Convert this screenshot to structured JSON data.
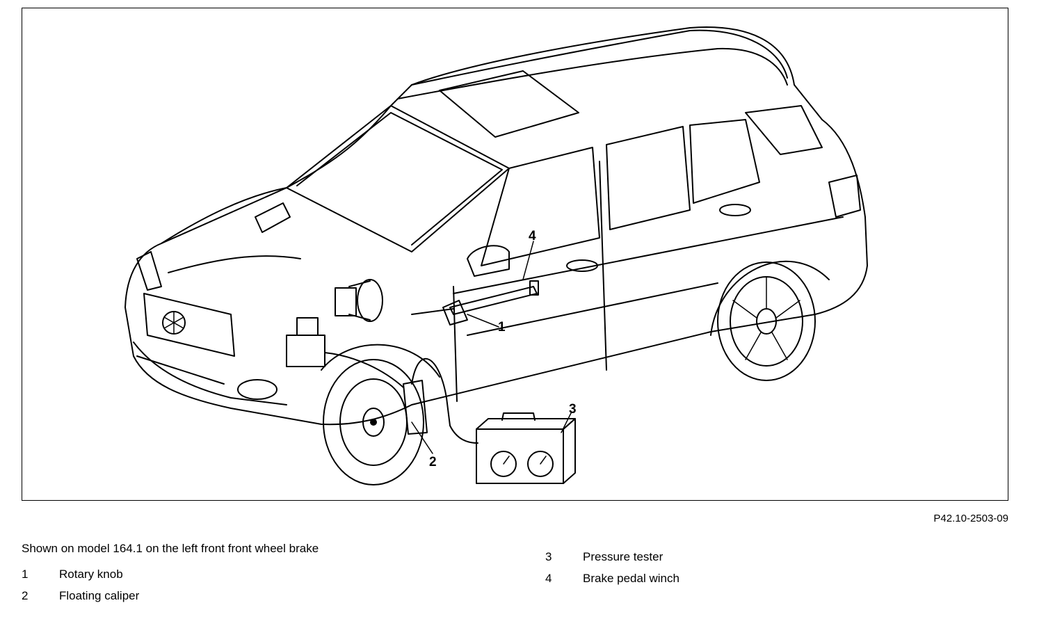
{
  "figure": {
    "code": "P42.10-2503-09",
    "callouts": [
      "1",
      "2",
      "3",
      "4"
    ]
  },
  "caption": "Shown on model 164.1 on the left front front wheel brake",
  "legend": [
    {
      "num": "1",
      "label": "Rotary knob"
    },
    {
      "num": "2",
      "label": "Floating caliper"
    },
    {
      "num": "3",
      "label": "Pressure tester"
    },
    {
      "num": "4",
      "label": "Brake pedal winch"
    }
  ]
}
